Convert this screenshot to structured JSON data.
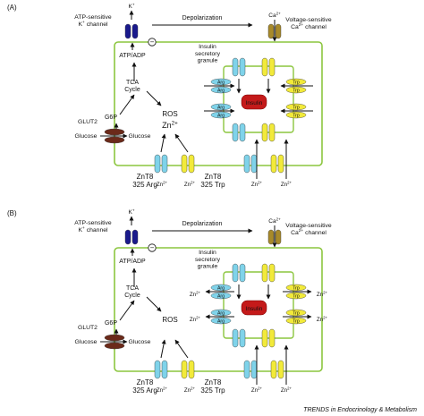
{
  "panels": [
    {
      "label": "(A)",
      "atp_channel": "ATP-sensitive\nK+ channel",
      "k_ion": "K+",
      "depolarization": "Depolarization",
      "ca_ion": "Ca2+",
      "vs_channel": "Voltage-sensitive\nCa2+ channel",
      "minus": "−",
      "atp_adp": "ATP/ADP",
      "granule": "Insulin\nsecretory\ngranule",
      "tca": "TCA\nCycle",
      "g6p": "G6P",
      "ros": "ROS",
      "zn_big": "Zn2+",
      "glut2": "GLUT2",
      "glucose_out": "Glucose",
      "glucose_in": "Glucose",
      "znt8_arg": "ZnT8\n325 Arg",
      "znt8_trp": "ZnT8\n325 Trp",
      "zn_small": "Zn2+",
      "arg": "Arg",
      "trp": "Trp",
      "insulin": "Insulin"
    },
    {
      "label": "(B)",
      "atp_channel": "ATP-sensitive\nK+ channel",
      "k_ion": "K+",
      "depolarization": "Depolarization",
      "ca_ion": "Ca2+",
      "vs_channel": "Voltage-sensitive\nCa2+ channel",
      "minus": "−",
      "atp_adp": "ATP/ADP",
      "granule": "Insulin\nsecretory\ngranule",
      "tca": "TCA\nCycle",
      "g6p": "G6P",
      "ros": "ROS",
      "glut2": "GLUT2",
      "glucose_out": "Glucose",
      "glucose_in": "Glucose",
      "znt8_arg": "ZnT8\n325 Arg",
      "znt8_trp": "ZnT8\n325 Trp",
      "zn_small": "Zn2+",
      "arg": "Arg",
      "trp": "Trp",
      "insulin": "Insulin"
    }
  ],
  "caption": "TRENDS in Endocrinology & Metabolism",
  "colors": {
    "membrane": "#8cc63f",
    "k_channel": "#1a1a8c",
    "ca_channel": "#a88a2a",
    "glut2": "#6b2a1a",
    "arg": "#7fd3ea",
    "trp": "#f2ea3a",
    "insulin": "#c41a1a"
  }
}
